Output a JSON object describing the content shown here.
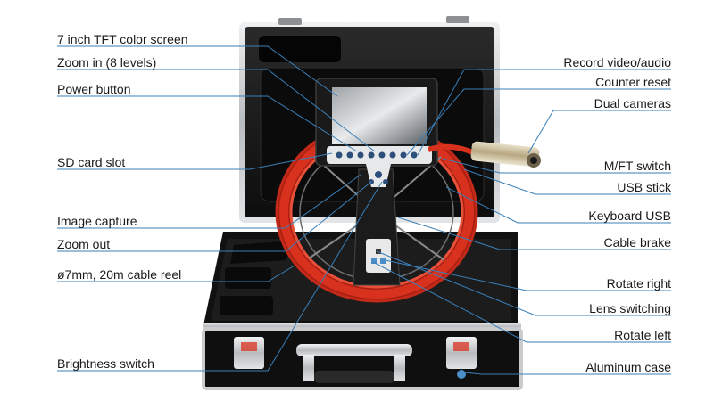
{
  "labels_left": [
    {
      "id": "screen",
      "text": "7 inch TFT color screen"
    },
    {
      "id": "zoom-in",
      "text": "Zoom in (8 levels)"
    },
    {
      "id": "power",
      "text": "Power button"
    },
    {
      "id": "sd-card",
      "text": "SD card slot"
    },
    {
      "id": "capture",
      "text": "Image capture"
    },
    {
      "id": "zoom-out",
      "text": "Zoom out"
    },
    {
      "id": "cable-reel",
      "text": "ø7mm, 20m cable reel"
    },
    {
      "id": "brightness",
      "text": "Brightness switch"
    }
  ],
  "labels_right": [
    {
      "id": "record",
      "text": "Record video/audio"
    },
    {
      "id": "counter",
      "text": "Counter reset"
    },
    {
      "id": "dual-cam",
      "text": "Dual cameras"
    },
    {
      "id": "mft",
      "text": "M/FT switch"
    },
    {
      "id": "usb-stick",
      "text": "USB stick"
    },
    {
      "id": "keyboard-usb",
      "text": "Keyboard USB"
    },
    {
      "id": "cable-brake",
      "text": "Cable brake"
    },
    {
      "id": "rotate-right",
      "text": "Rotate right"
    },
    {
      "id": "lens",
      "text": "Lens switching"
    },
    {
      "id": "rotate-left",
      "text": "Rotate left"
    },
    {
      "id": "aluminum",
      "text": "Aluminum case"
    }
  ],
  "colors": {
    "leader_line": "#3a7fb8",
    "case_black": "#161616",
    "cable_red": "#d8321f",
    "aluminum": "#c9cbcd"
  }
}
